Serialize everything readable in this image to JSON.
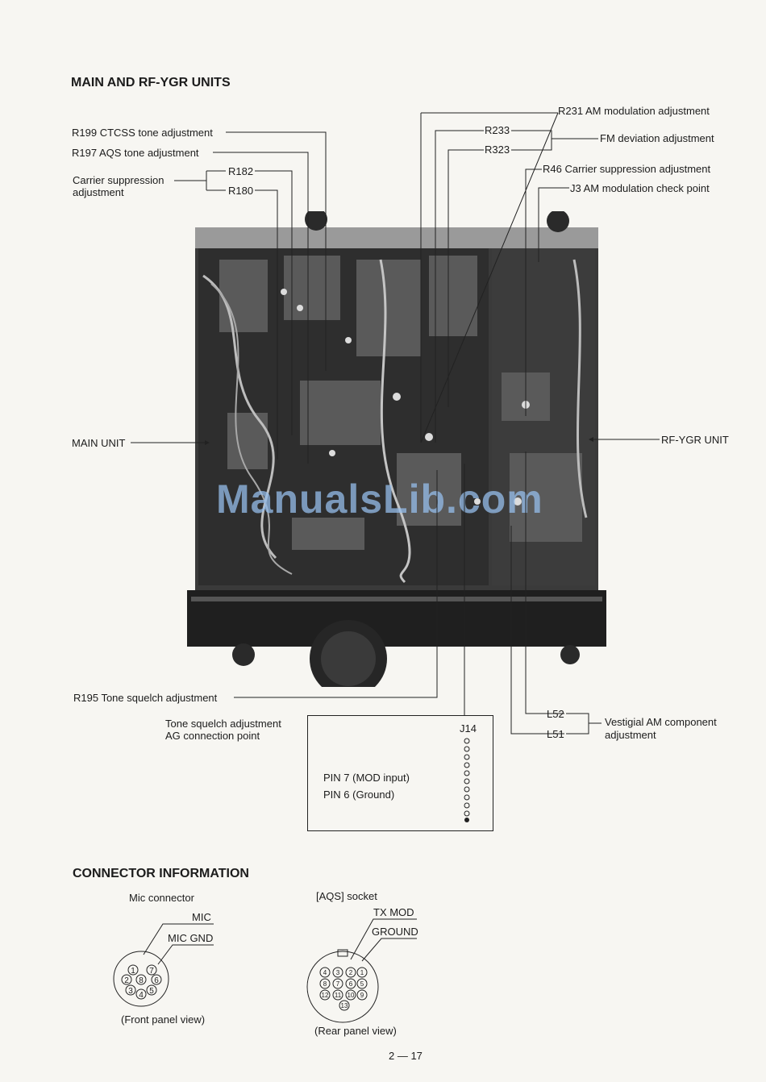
{
  "section_main": "MAIN AND RF-YGR UNITS",
  "labels": {
    "r199": "R199 CTCSS tone adjustment",
    "r197": "R197 AQS tone adjustment",
    "carrier_left": "Carrier suppression",
    "carrier_left2": "adjustment",
    "r182": "R182",
    "r180": "R180",
    "r231": "R231 AM modulation adjustment",
    "r233": "R233",
    "r323": "R323",
    "fm_dev": "FM deviation adjustment",
    "r46": "R46 Carrier suppression adjustment",
    "j3": "J3 AM modulation check point",
    "main_unit": "MAIN UNIT",
    "rf_ygr_unit": "RF-YGR UNIT",
    "r195": "R195 Tone squelch adjustment",
    "tone_sq1": "Tone squelch adjustment",
    "tone_sq2": "AG connection point",
    "l52": "L52",
    "l51": "L51",
    "vestigial1": "Vestigial AM component",
    "vestigial2": "adjustment",
    "j14": "J14",
    "pin7": "PIN 7 (MOD input)",
    "pin6": "PIN 6 (Ground)"
  },
  "watermark": "ManualsLib.com",
  "section_conn": "CONNECTOR INFORMATION",
  "mic": {
    "title": "Mic connector",
    "mic_label": "MIC",
    "gnd_label": "MIC GND",
    "view": "(Front panel view)",
    "pins": [
      "1",
      "2",
      "3",
      "4",
      "5",
      "6",
      "7",
      "8"
    ]
  },
  "aqs": {
    "title": "[AQS] socket",
    "txmod_label": "TX MOD",
    "ground_label": "GROUND",
    "view": "(Rear panel view)",
    "pins": [
      "1",
      "2",
      "3",
      "4",
      "5",
      "6",
      "7",
      "8",
      "9",
      "10",
      "11",
      "12",
      "13"
    ]
  },
  "page_number": "2 — 17"
}
